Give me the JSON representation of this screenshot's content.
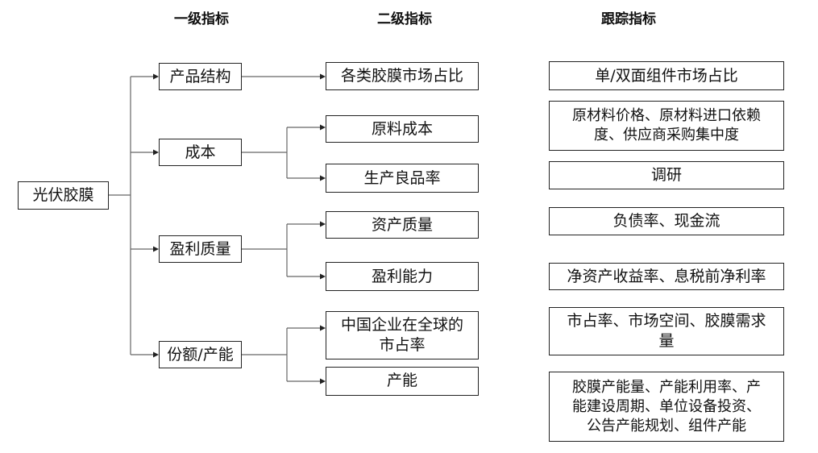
{
  "headers": {
    "level1": "一级指标",
    "level2": "二级指标",
    "tracking": "跟踪指标"
  },
  "root": "光伏胶膜",
  "level1": [
    "产品结构",
    "成本",
    "盈利质量",
    "份额/产能"
  ],
  "level2": [
    {
      "label": "各类胶膜市场占比",
      "parent": 0
    },
    {
      "label": "原料成本",
      "parent": 1
    },
    {
      "label": "生产良品率",
      "parent": 1
    },
    {
      "label": "资产质量",
      "parent": 2
    },
    {
      "label": "盈利能力",
      "parent": 2
    },
    {
      "label": "中国企业在全球的\n市占率",
      "parent": 3
    },
    {
      "label": "产能",
      "parent": 3
    }
  ],
  "tracking": [
    "单/双面组件市场占比",
    "原材料价格、原材料进口依赖\n度、供应商采购集中度",
    "调研",
    "负债率、现金流",
    "净资产收益率、息税前净利率",
    "市占率、市场空间、胶膜需求\n量",
    "胶膜产能量、产能利用率、产\n能建设周期、单位设备投资、\n公告产能规划、组件产能"
  ],
  "colors": {
    "border": "#222222",
    "connector": "#666666",
    "text": "#111111",
    "background": "#ffffff"
  }
}
